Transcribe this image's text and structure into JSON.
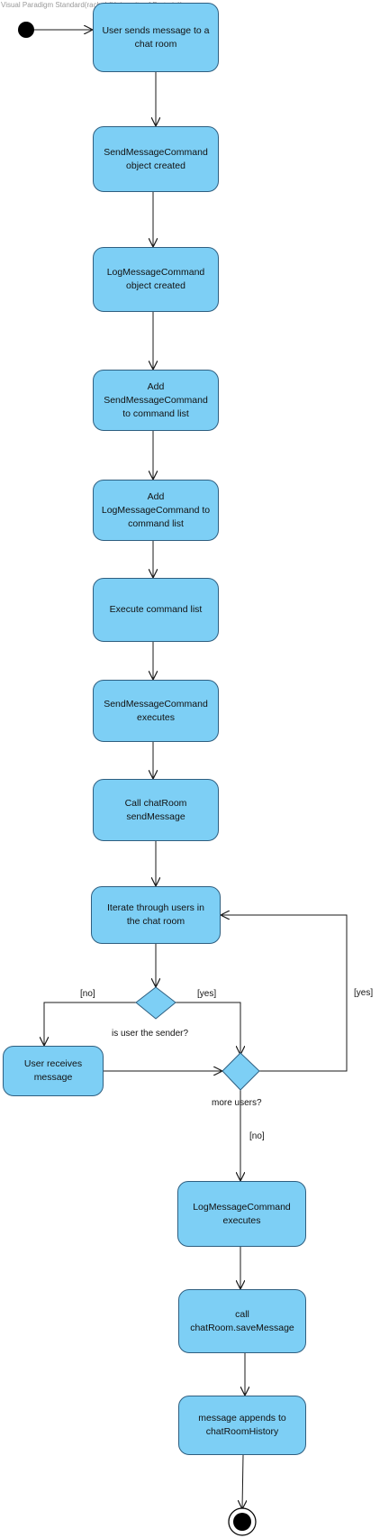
{
  "watermark": "Visual Paradigm Standard(rachel (University of Pretoria))",
  "nodes": {
    "n1": "User sends message to a\nchat room",
    "n2": "SendMessageCommand\nobject created",
    "n3": "LogMessageCommand\nobject created",
    "n4": "Add\nSendMessageCommand\nto command list",
    "n5": "Add\nLogMessageCommand to\ncommand list",
    "n6": "Execute command list",
    "n7": "SendMessageCommand\nexecutes",
    "n8": "Call chatRoom\nsendMessage",
    "n9": "Iterate through users in\nthe chat room",
    "n10": "User receives\nmessage",
    "n11": "LogMessageCommand\nexecutes",
    "n12": "call\nchatRoom.saveMessage",
    "n13": "message appends to\nchatRoomHistory"
  },
  "decisions": {
    "sender_label": "is user the sender?",
    "more_label": "more users?"
  },
  "guards": {
    "sender_no": "[no]",
    "sender_yes": "[yes]",
    "more_yes": "[yes]",
    "more_no": "[no]"
  },
  "colors": {
    "node_fill": "#7dcff5",
    "node_border": "#2f5f80",
    "line": "#1a1a1a",
    "start_node": "#000000"
  }
}
